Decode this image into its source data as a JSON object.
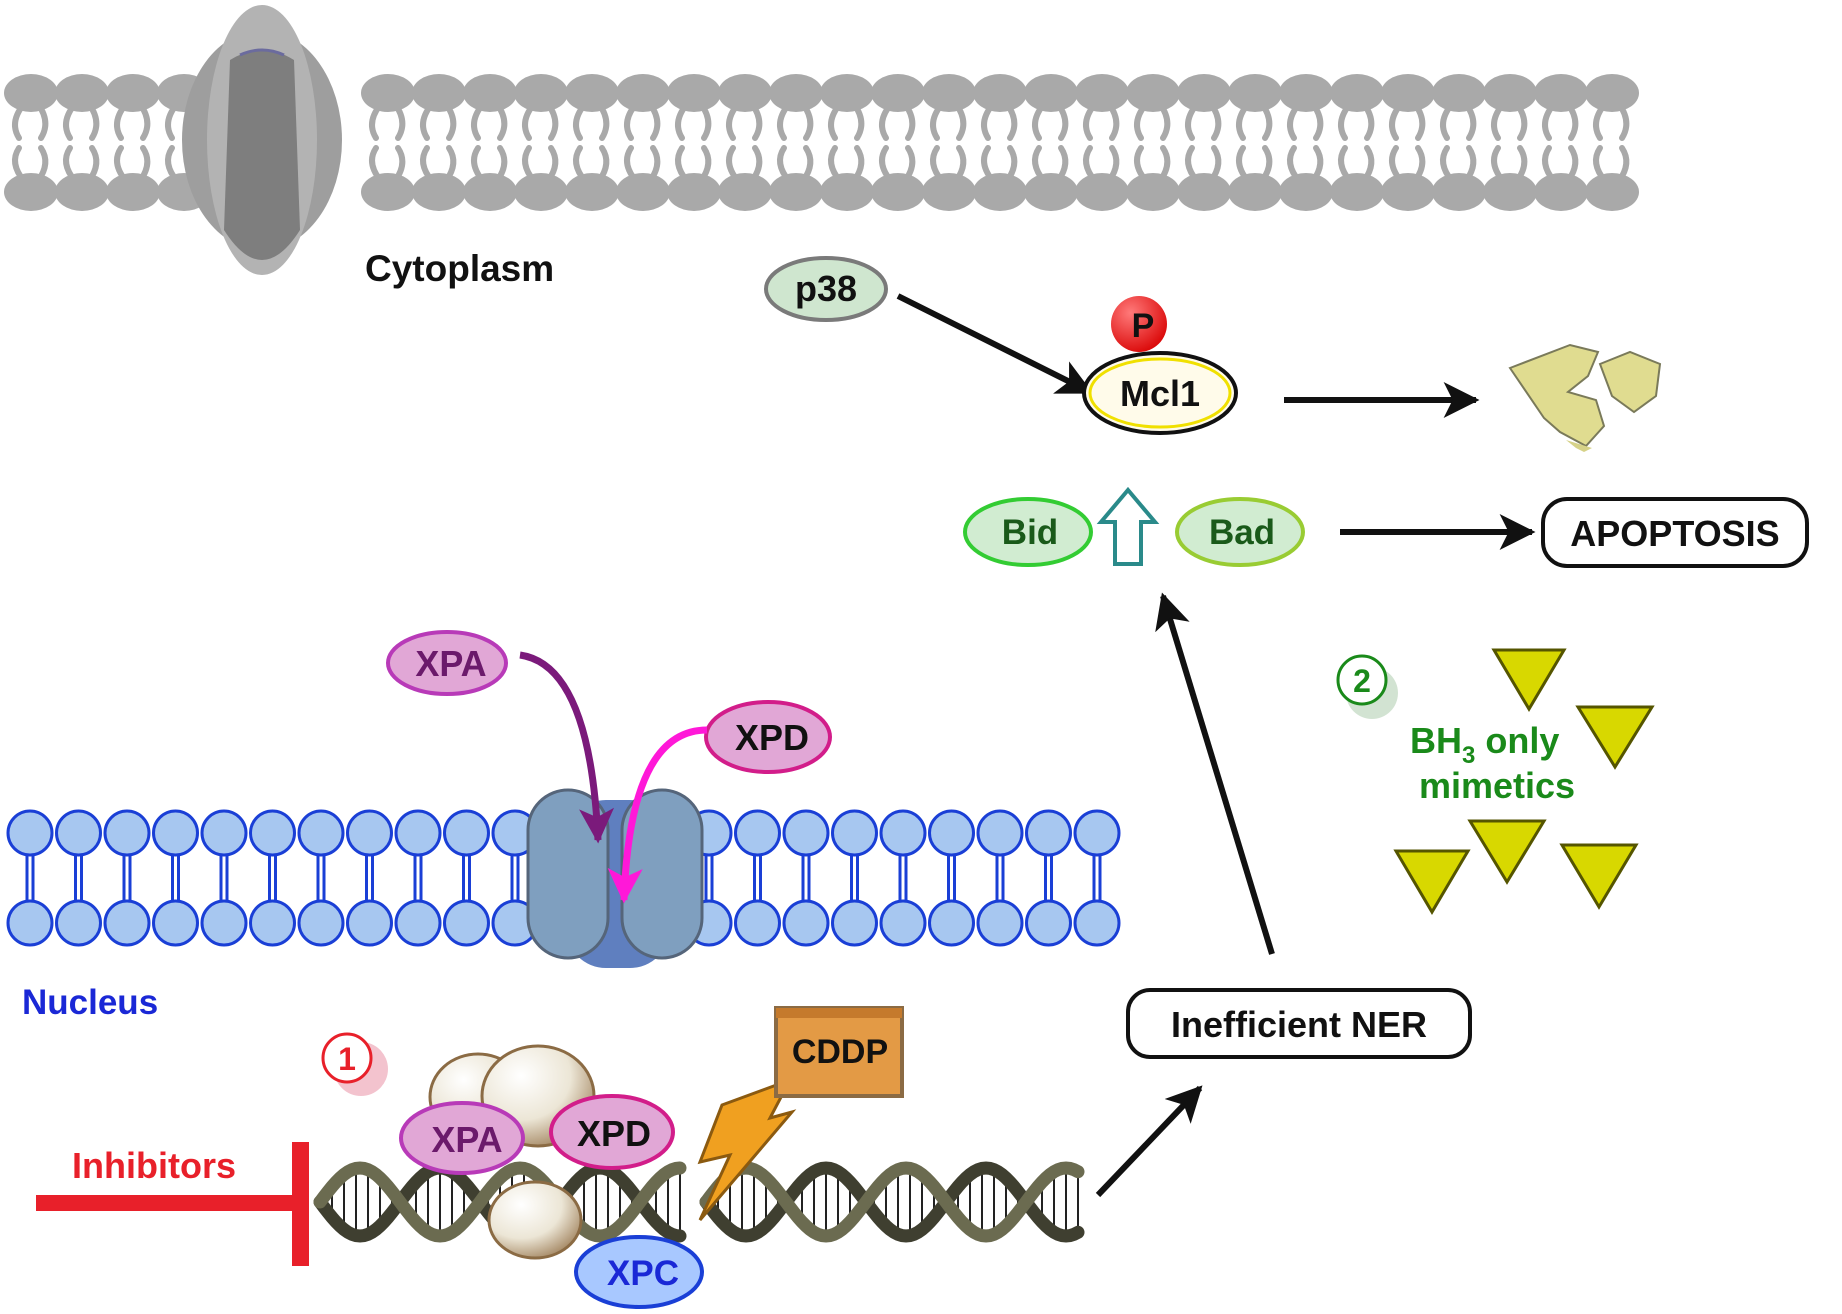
{
  "labels": {
    "cytoplasm": "Cytoplasm",
    "nucleus": "Nucleus",
    "inhibitors": "Inhibitors",
    "cddp": "CDDP",
    "inefficient_ner": "Inefficient NER",
    "apoptosis": "APOPTOSIS",
    "bh3_prefix": "BH",
    "bh3_sub": "3",
    "bh3_suffix": " only",
    "mimetics": "mimetics",
    "marker_1": "1",
    "marker_2": "2"
  },
  "proteins": {
    "p38": "p38",
    "phospho": "P",
    "mcl1": "Mcl1",
    "bid": "Bid",
    "bad": "Bad",
    "xpa_top": "XPA",
    "xpd_top": "XPD",
    "xpa_bottom": "XPA",
    "xpd_bottom": "XPD",
    "xpc": "XPC"
  },
  "colors": {
    "membrane_gray": "#a9a9a9",
    "nucleus_blue": "#a7c7f0",
    "nucleus_outline": "#1a3fd6",
    "inhibitor_red": "#e8202a",
    "xpa_purple": "#7b1a7b",
    "xpd_magenta": "#ff18d8",
    "bh3_green": "#1a7a1a",
    "mimetic_yellow": "#d8d800",
    "cddp_orange": "#e39a45",
    "pore_blue": "#7f9fbf"
  },
  "icons": {
    "transmembrane_channel": "membrane-channel-icon",
    "nuclear_pore": "nuclear-pore-icon",
    "degraded_protein": "degraded-protein-icon",
    "lightning": "lightning-icon",
    "dna_helix": "dna-helix-icon",
    "mimetic": "triangle-icon",
    "up_arrow": "hollow-up-arrow-icon"
  }
}
